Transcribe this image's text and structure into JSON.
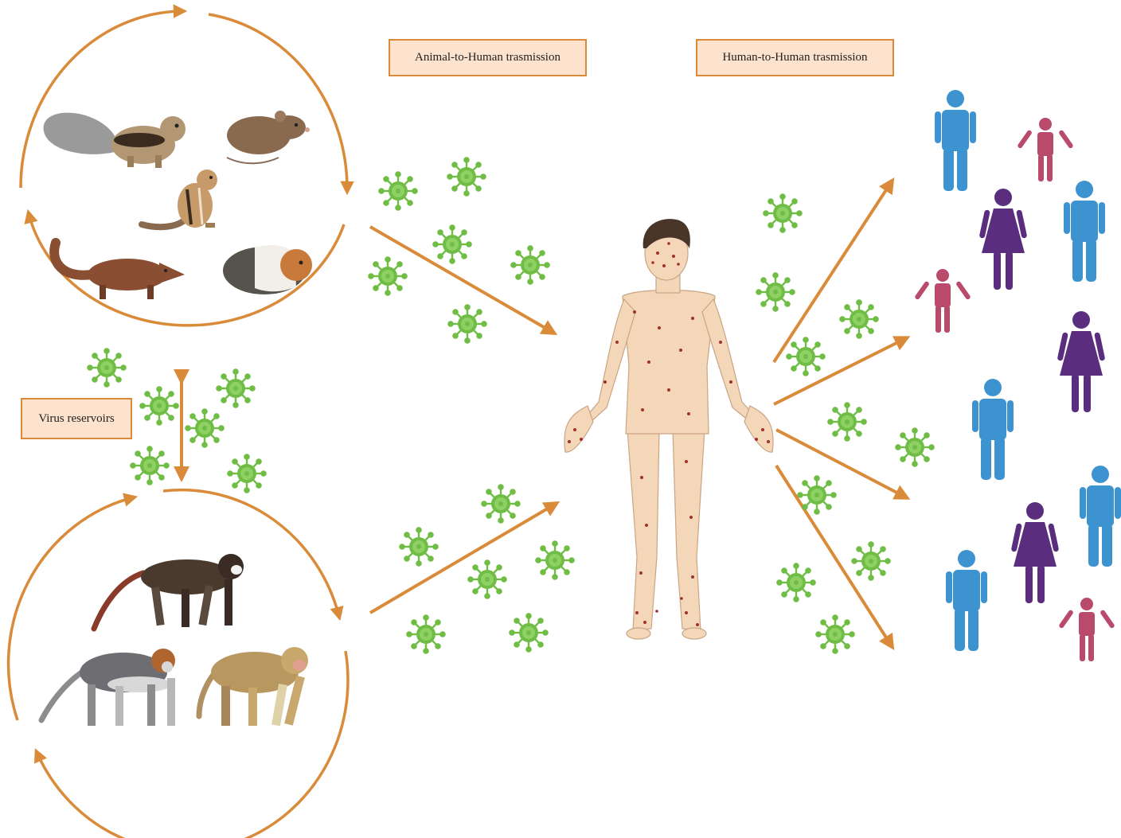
{
  "labels": {
    "animal_to_human": "Animal-to-Human trasmission",
    "human_to_human": "Human-to-Human trasmission",
    "virus_reservoirs": "Virus reservoirs"
  },
  "colors": {
    "arrow": "#d98b3a",
    "label_fill": "#fde2cd",
    "virus": "#6fbd45",
    "virus_core": "#8fd064",
    "skin": "#f4d6b8",
    "rash": "#a0302c",
    "person_male": "#3d93cf",
    "person_female": "#5a2d7e",
    "person_child": "#b94a6b"
  },
  "icons": {
    "rodent_reservoir": [
      "squirrel-icon",
      "rat-icon",
      "chipmunk-icon",
      "mongoose-icon",
      "guinea-pig-icon"
    ],
    "primate_reservoir": [
      "colobus-monkey-icon",
      "red-colobus-monkey-icon",
      "macaque-icon"
    ],
    "virus": "monkeypox-virus-icon",
    "patient": "infected-human-icon",
    "contacts": [
      "man-icon",
      "woman-icon",
      "child-icon"
    ]
  }
}
